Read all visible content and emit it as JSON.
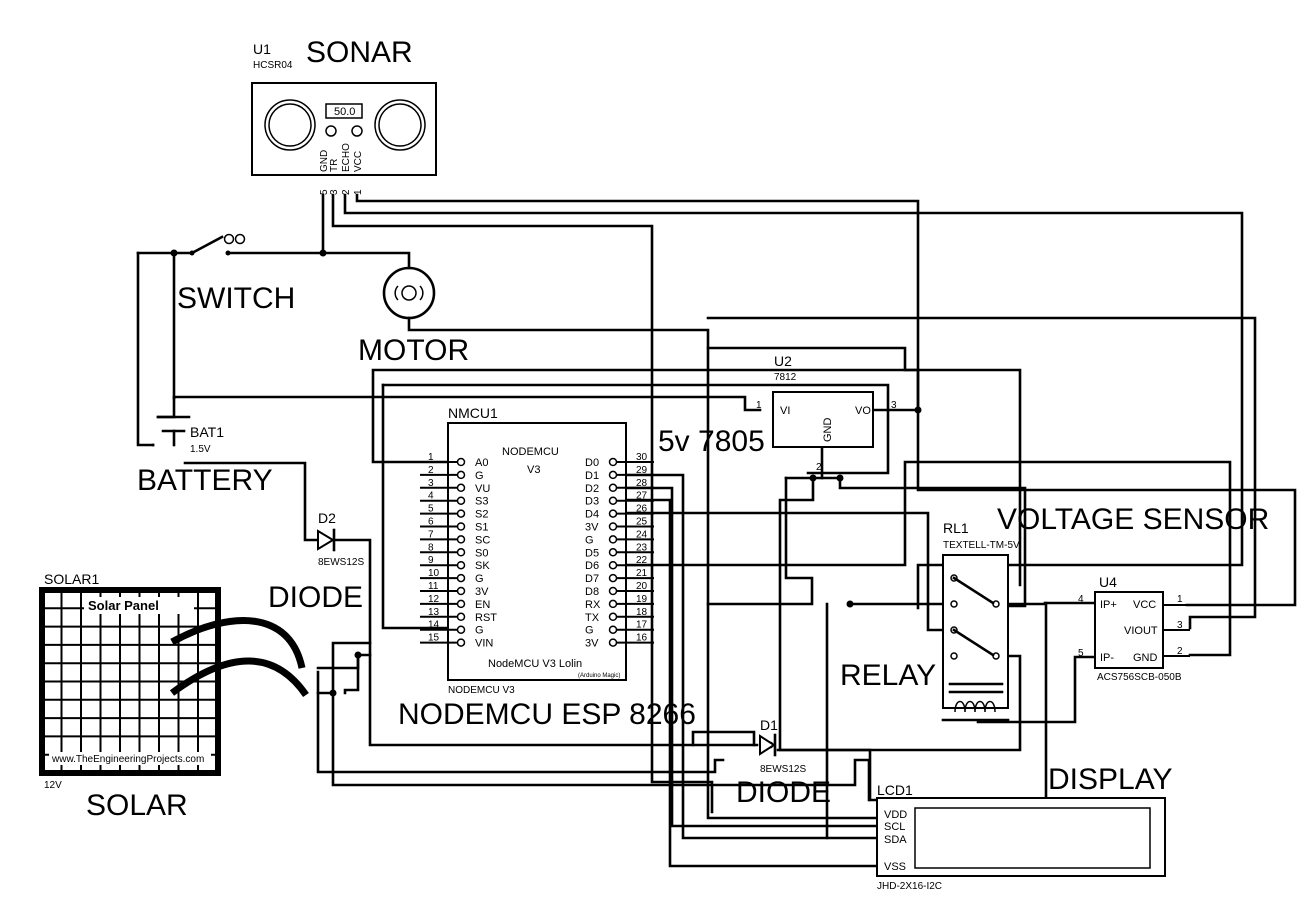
{
  "labels": {
    "sonar": "SONAR",
    "switch": "SWITCH",
    "motor": "MOTOR",
    "battery": "BATTERY",
    "diode_left": "DIODE",
    "solar": "SOLAR",
    "nodemcu": "NODEMCU ESP 8266",
    "reg": "5v 7805",
    "voltage_sensor": "VOLTAGE SENSOR",
    "relay": "RELAY",
    "diode_bottom": "DIODE",
    "display": "DISPLAY"
  },
  "components": {
    "u1": {
      "ref": "U1",
      "part": "HCSR04",
      "reading": "50.0",
      "pins": [
        "GND",
        "TR",
        "ECHO",
        "VCC"
      ],
      "pin_nums": [
        "5",
        "3",
        "2",
        "1"
      ]
    },
    "bat1": {
      "ref": "BAT1",
      "value": "1.5V"
    },
    "d2": {
      "ref": "D2",
      "part": "8EWS12S"
    },
    "d1": {
      "ref": "D1",
      "part": "8EWS12S"
    },
    "solar1": {
      "ref": "SOLAR1",
      "title": "Solar Panel",
      "site": "www.TheEngineeringProjects.com",
      "value": "12V"
    },
    "nmcu1": {
      "ref": "NMCU1",
      "title1": "NODEMCU",
      "title2": "V3",
      "footer": "NodeMCU V3 Lolin",
      "brand": "(Arduino Magic)",
      "part": "NODEMCU V3",
      "left_pins": [
        {
          "num": "1",
          "name": "A0"
        },
        {
          "num": "2",
          "name": "G"
        },
        {
          "num": "3",
          "name": "VU"
        },
        {
          "num": "4",
          "name": "S3"
        },
        {
          "num": "5",
          "name": "S2"
        },
        {
          "num": "6",
          "name": "S1"
        },
        {
          "num": "7",
          "name": "SC"
        },
        {
          "num": "8",
          "name": "S0"
        },
        {
          "num": "9",
          "name": "SK"
        },
        {
          "num": "10",
          "name": "G"
        },
        {
          "num": "11",
          "name": "3V"
        },
        {
          "num": "12",
          "name": "EN"
        },
        {
          "num": "13",
          "name": "RST"
        },
        {
          "num": "14",
          "name": "G"
        },
        {
          "num": "15",
          "name": "VIN"
        }
      ],
      "right_pins": [
        {
          "num": "30",
          "name": "D0"
        },
        {
          "num": "29",
          "name": "D1"
        },
        {
          "num": "28",
          "name": "D2"
        },
        {
          "num": "27",
          "name": "D3"
        },
        {
          "num": "26",
          "name": "D4"
        },
        {
          "num": "25",
          "name": "3V"
        },
        {
          "num": "24",
          "name": "G"
        },
        {
          "num": "23",
          "name": "D5"
        },
        {
          "num": "22",
          "name": "D6"
        },
        {
          "num": "21",
          "name": "D7"
        },
        {
          "num": "20",
          "name": "D8"
        },
        {
          "num": "19",
          "name": "RX"
        },
        {
          "num": "18",
          "name": "TX"
        },
        {
          "num": "17",
          "name": "G"
        },
        {
          "num": "16",
          "name": "3V"
        }
      ]
    },
    "u2": {
      "ref": "U2",
      "part": "7812",
      "vi": "VI",
      "vo": "VO",
      "gnd": "GND",
      "p1": "1",
      "p2": "2",
      "p3": "3"
    },
    "rl1": {
      "ref": "RL1",
      "part": "TEXTELL-TM-5V"
    },
    "u4": {
      "ref": "U4",
      "part": "ACS756SCB-050B",
      "ipp": "IP+",
      "ipm": "IP-",
      "vcc": "VCC",
      "viout": "VIOUT",
      "gnd": "GND",
      "p4": "4",
      "p5": "5",
      "p1": "1",
      "p3": "3",
      "p2": "2"
    },
    "lcd1": {
      "ref": "LCD1",
      "part": "JHD-2X16-I2C",
      "pins": [
        "VDD",
        "SCL",
        "SDA",
        "VSS"
      ]
    }
  }
}
